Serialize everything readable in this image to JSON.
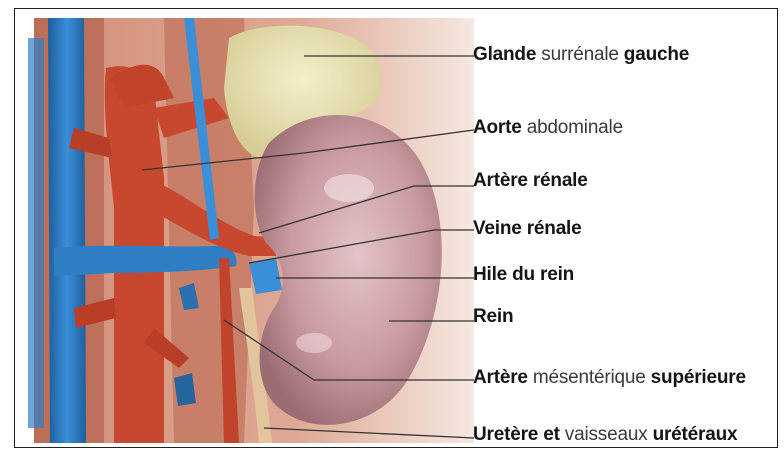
{
  "figure": {
    "labels": [
      {
        "id": "glande",
        "parts": [
          {
            "text": "Glande ",
            "bold": true
          },
          {
            "text": "surrénale ",
            "bold": false
          },
          {
            "text": "gauche",
            "bold": true
          }
        ]
      },
      {
        "id": "aorte",
        "parts": [
          {
            "text": "Aorte ",
            "bold": true
          },
          {
            "text": "abdominale",
            "bold": false
          }
        ]
      },
      {
        "id": "artere-renale",
        "parts": [
          {
            "text": "Artère rénale",
            "bold": true
          }
        ]
      },
      {
        "id": "veine-renale",
        "parts": [
          {
            "text": "Veine rénale",
            "bold": true
          }
        ]
      },
      {
        "id": "hile",
        "parts": [
          {
            "text": "Hile du rein",
            "bold": true
          }
        ]
      },
      {
        "id": "rein",
        "parts": [
          {
            "text": "Rein",
            "bold": true
          }
        ]
      },
      {
        "id": "artere-mesenterique",
        "parts": [
          {
            "text": "Artère ",
            "bold": true
          },
          {
            "text": "mésentérique ",
            "bold": false
          },
          {
            "text": "supérieure",
            "bold": true
          }
        ]
      },
      {
        "id": "uretere",
        "parts": [
          {
            "text": "Uretère et ",
            "bold": true
          },
          {
            "text": "vaisseaux ",
            "bold": false
          },
          {
            "text": "urétéraux",
            "bold": true
          }
        ]
      }
    ],
    "colors": {
      "artery": "#c8472f",
      "vein": "#2f7fc4",
      "kidney": "#c99aa0",
      "adrenal": "#e8e2b4",
      "muscle": "#b86a52",
      "leader": "#333333"
    }
  }
}
